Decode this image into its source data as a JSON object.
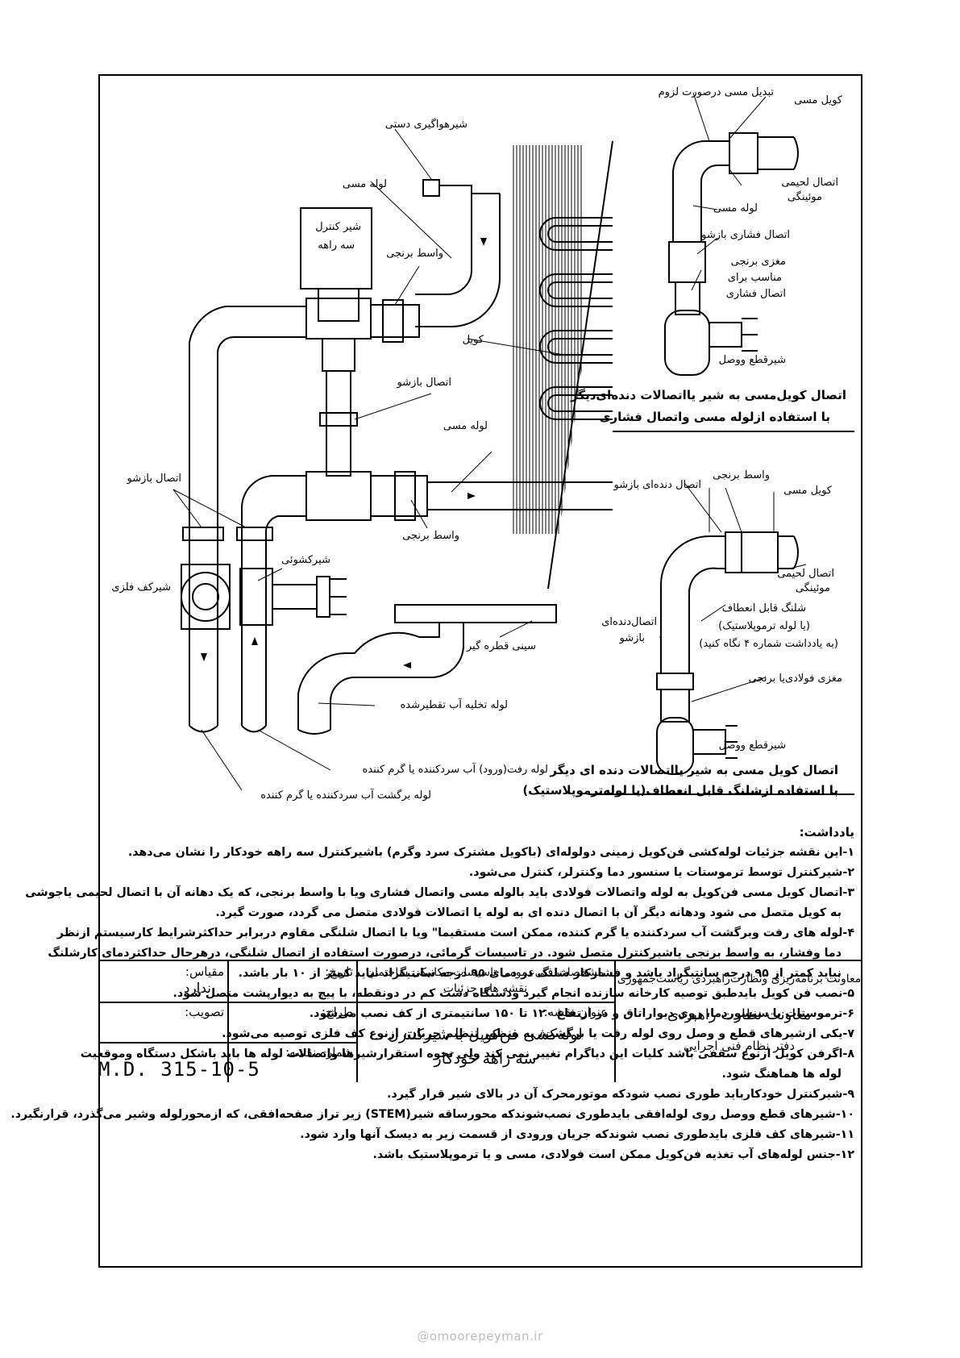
{
  "labels": {
    "coil_copper_top": "کویل مسی",
    "copper_change": "تبدیل مسی درصورت لزوم",
    "solder_joint_1": "اتصال لحیمی",
    "solder_joint_2": "موئینگی",
    "copper_pipe_right": "لوله مسی",
    "compression_union": "اتصال فشاری بازشو",
    "brass_nipple_1": "مغزی برنجی",
    "brass_nipple_2": "مناسب برای",
    "brass_nipple_3": "اتصال فشاری",
    "gate_valve_1": "شیرقطع ووصل",
    "manual_vent": "شیرهواگیری دستی",
    "copper_pipe_top": "لوله مسی",
    "control_valve_1": "شیر کنترل",
    "control_valve_2": "سه راهه",
    "brass_adapter_top": "واسط برنجی",
    "coil": "کویل",
    "union": "اتصال بازشو",
    "copper_pipe_mid": "لوله مسی",
    "union_left": "اتصال بازشو",
    "drain_valve": "شیرکشوئی",
    "floor_valve": "شیرکف فلزی",
    "brass_adapter_mid": "واسط برنجی",
    "drip_tray": "سینی قطره گیر",
    "condensate_drain": "لوله تخلیه آب تقطیرشده",
    "supply_pipe": "لوله رفت(ورود) آب سردکننده یا گرم کننده",
    "return_pipe": "لوله برگشت آب سردکننده یا گرم کننده",
    "caption_top_1": "اتصال کویل‌مسی به شیر یااتصالات دنده‌ای‌دیگر",
    "caption_top_2": "با استفاده ازلوله مسی واتصال فشاری",
    "brass_adapter_r": "واسط برنجی",
    "threaded_union": "اتصال دنده‌ای بازشو",
    "coil_copper_r": "کویل مسی",
    "solder_joint_r1": "اتصال لحیمی",
    "solder_joint_r2": "موئینگی",
    "flex_hose_1": "شلنگ قابل انعطاف",
    "flex_hose_2": "(یا لوله ترموپلاستیک)",
    "flex_hose_3": "(به یادداشت شماره ۴ نگاه کنید)",
    "threaded_union_l1": "اتصال‌دنده‌ای",
    "threaded_union_l2": "بازشو",
    "steel_nipple": "مغزی فولادی‌یا برنجی",
    "gate_valve_2": "شیرقطع ووصل",
    "caption_bot_1": "اتصال کویل مسی به شیر یااتصالات دنده ای دیگر",
    "caption_bot_2": "با استفاده ازشلنگ قابل انعطاف(یا لوله‌ترموپلاستیک)"
  },
  "notes": {
    "title": "یادداشت:",
    "lines": [
      "۱-این نقشه جزئیات لوله‌کشی فن‌کویل زمینی دولوله‌ای (باکویل مشترک سرد وگرم) باشیرکنترل سه راهه خودکار را نشان می‌دهد.",
      "۲-شیرکنترل توسط ترموستات یا سنسور دما وکنترلر، کنترل می‌شود.",
      "۳-اتصال کویل مسی فن‌کویل به لوله واتصالات فولادی باید بالوله مسی واتصال فشاری ویا با واسط برنجی، که یک دهانه آن با اتصال لحیمی یاجوشی",
      "به کویل متصل می شود ودهانه دیگر آن با اتصال دنده ای به لوله یا اتصالات فولادی متصل می گردد، صورت گیرد.",
      "۴-لوله های رفت وبرگشت آب سردکننده یا گرم کننده، ممکن است مستقیما\" ویا با اتصال شلنگی مقاوم دربرابر حداکثرشرایط کارسیستم ازنظر",
      "دما وفشار، به واسط برنجی یاشیرکنترل متصل شود. در تاسیسات گرمائی، درصورت استفاده از اتصال شلنگی، درهرحال حداکثردمای کارشلنگ",
      "نباید کمتر از ۹۵ درجه سانتیگراد باشد و فشارکار شلنگ در دمای ۹۵ درجه سانتیگراد نباید کمتر از ۱۰ بار باشد.",
      "۵-نصب فن کویل بایدطبق توصیه کارخانه سازنده انجام گیرد ودستگاه دست کم در دونقطه، با پیچ به دیوارپشت متصل شود.",
      "۶-ترموستات یا سنسوردما، روی دیواراتاق و در ارتفاع ۱۲۰ تا ۱۵۰ سانتیمتری از کف نصب می‌شود.",
      "۷-یکی ازشیرهای قطع و وصل روی لوله رفت یا برگشت، به منظور تنظیم جریان، ازنوع کف فلزی توصیه می‌شود.",
      "۸-اگرفن کویل ازنوع سقفی باشد کلیات این دیاگرام تغییر نمی کند ولی نحوه استقرارشیرها واتصالات لوله ها باید باشکل دستگاه وموقعیت",
      "لوله ها هماهنگ شود.",
      "۹-شیرکنترل خودکارباید طوری نصب شودکه موتورمحرک آن در بالای شیر قرار گیرد.",
      "۱۰-شیرهای قطع ووصل روی لوله‌افقی بایدطوری نصب‌شوندکه محورساقه شیر(STEM) زیر تراز صفحه‌افقی، که ازمحورلوله وشیر می‌گذرد، قرارنگیرد.",
      "۱۱-شیرهای کف فلزی بایدطوری نصب شوندکه جریان ورودی از قسمت زیر به دیسک آنها وارد شود.",
      "۱۲-جنس لوله‌های آب تغذیه فن‌کویل ممکن است فولادی، مسی و یا ترموپلاستیک باشد."
    ],
    "indented": [
      3,
      5,
      6,
      11
    ]
  },
  "titleblock": {
    "org_1": "معاونت برنامه‌ریزی ونظارت‌راهبردی ریاست‌جمهوری",
    "org_2": "معاونت نظارت راهبردی",
    "org_3": "دفتر نظام فنی اجرایی",
    "spec_1": "مشخصات فنی‌عمومی تاسیسات مکانیکی ساختمان",
    "spec_2": "نقشه های جزئیات",
    "drawing_title_label": "عنوان نقشه:",
    "drawing_title_1": "لوله‌کشی فن‌کویل با شیرکنترل",
    "drawing_title_2": "سه راهه خودکار",
    "date_label": "تاریخ:",
    "designer_label": "طراح:",
    "drawing_no_label": "شماره نقشه:",
    "scale_label": "مقیاس:",
    "scale_value": "ندارد",
    "approval_label": "تصویب:",
    "drawing_no": "M.D. 315-10-5"
  },
  "watermark": "@omoorepeyman.ir"
}
